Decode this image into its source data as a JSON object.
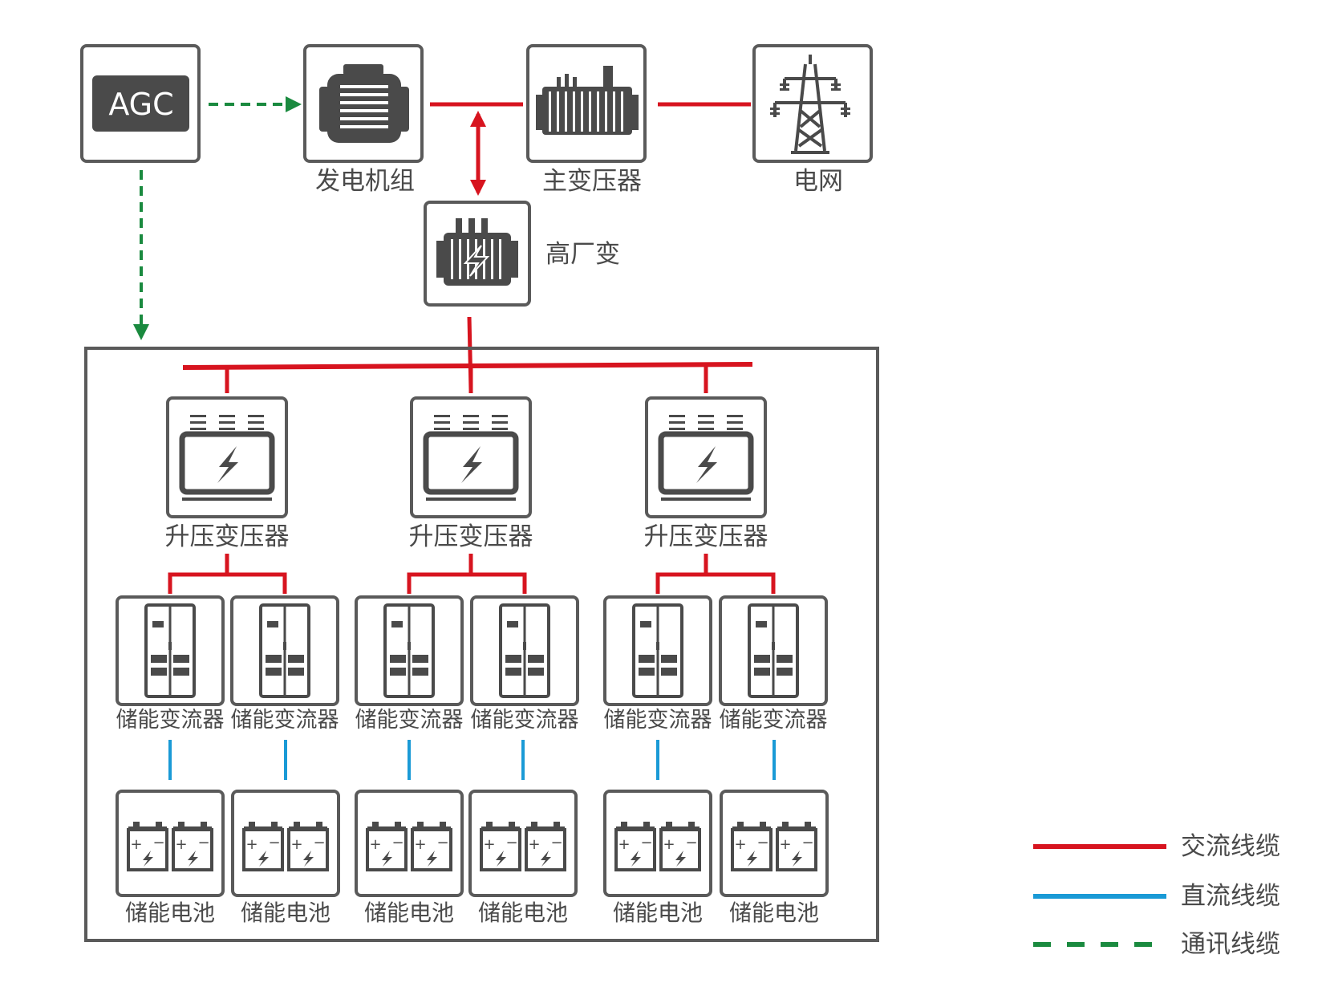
{
  "agc": {
    "label": "AGC"
  },
  "top": {
    "generator": "发电机组",
    "main_transformer": "主变压器",
    "grid": "电网",
    "aux_transformer": "高厂变"
  },
  "groups": [
    {
      "transformer": "升压变压器",
      "pcs": [
        "储能变流器",
        "储能变流器"
      ],
      "batteries": [
        "储能电池",
        "储能电池"
      ]
    },
    {
      "transformer": "升压变压器",
      "pcs": [
        "储能变流器",
        "储能变流器"
      ],
      "batteries": [
        "储能电池",
        "储能电池"
      ]
    },
    {
      "transformer": "升压变压器",
      "pcs": [
        "储能变流器",
        "储能变流器"
      ],
      "batteries": [
        "储能电池",
        "储能电池"
      ]
    }
  ],
  "legend": {
    "ac": "交流线缆",
    "dc": "直流线缆",
    "comm": "通讯线缆"
  },
  "colors": {
    "ac": "#d7141f",
    "dc": "#1a9ad6",
    "comm": "#1a8a3f",
    "frame": "#5a5a5a",
    "icon": "#4a4a4a"
  }
}
